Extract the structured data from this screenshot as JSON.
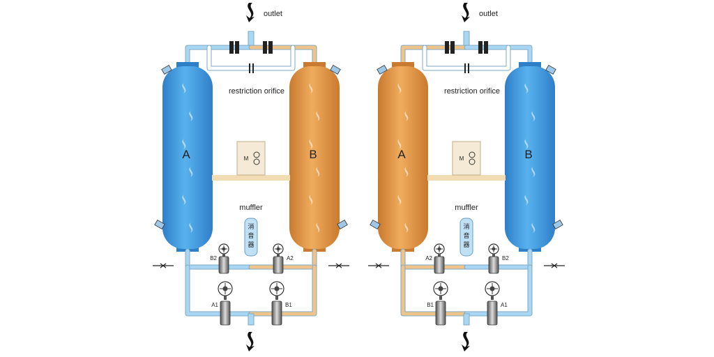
{
  "colors": {
    "blue": "#4aa6e6",
    "blue_dark": "#2f7fc8",
    "orange": "#e8a052",
    "orange_dark": "#c97a2e",
    "pipe_blue": "#a9d6f2",
    "pipe_orange": "#efc48a",
    "shelf": "#f1dcb4"
  },
  "labels": {
    "outlet": "outlet",
    "restriction_orifice": "restriction orifice",
    "muffler": "muffler",
    "muffler_cjk": [
      "消",
      "音",
      "器"
    ],
    "motor": "M"
  },
  "panels": [
    {
      "tower_left": {
        "name": "A",
        "state": "blue"
      },
      "tower_right": {
        "name": "B",
        "state": "orange"
      },
      "valves_top": [
        "B2",
        "A2"
      ],
      "valves_bottom": [
        "A1",
        "B1"
      ]
    },
    {
      "tower_left": {
        "name": "A",
        "state": "orange"
      },
      "tower_right": {
        "name": "B",
        "state": "blue"
      },
      "valves_top": [
        "A2",
        "B2"
      ],
      "valves_bottom": [
        "B1",
        "A1"
      ]
    }
  ]
}
